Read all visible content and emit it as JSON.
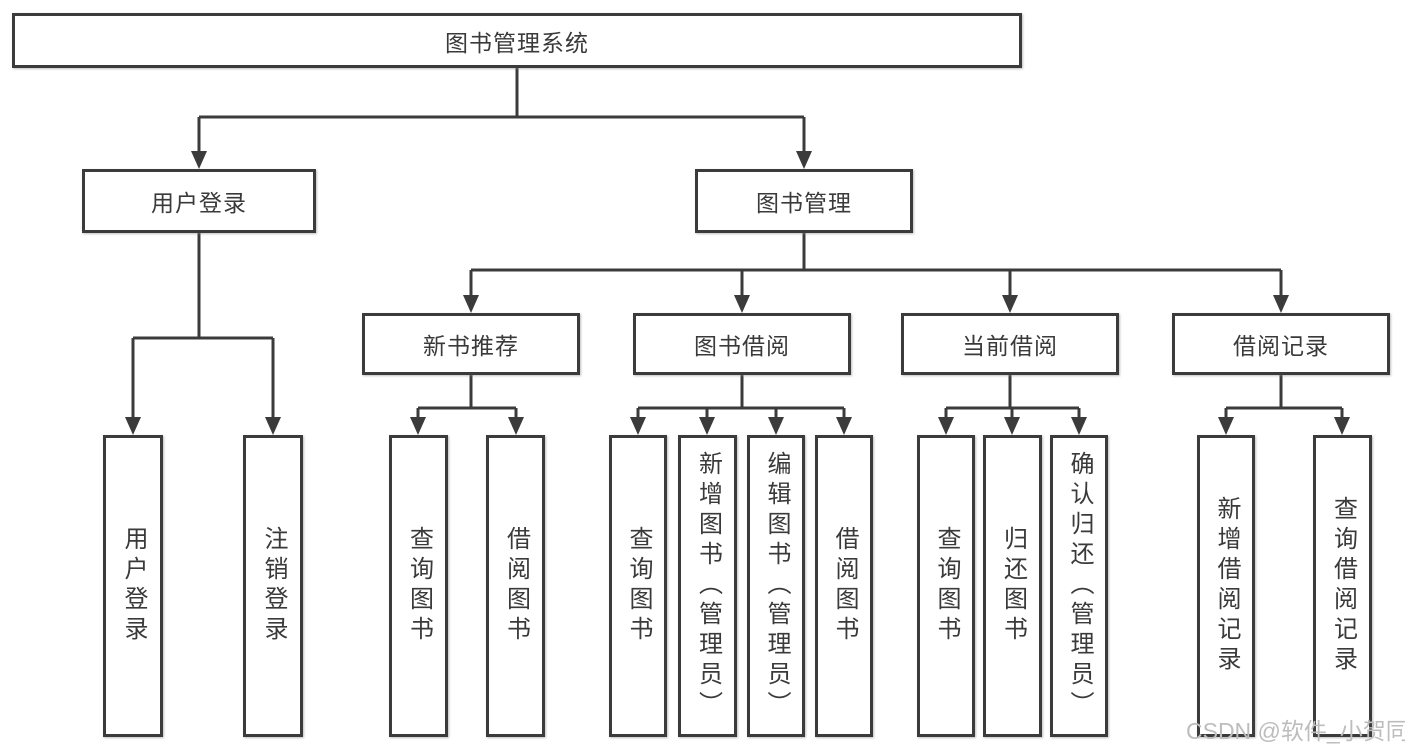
{
  "diagram_type": "hierarchy-tree",
  "tree": {
    "label": "图书管理系统",
    "children": [
      {
        "label": "用户登录",
        "children": [
          {
            "label": "用户登录"
          },
          {
            "label": "注销登录"
          }
        ]
      },
      {
        "label": "图书管理",
        "children": [
          {
            "label": "新书推荐",
            "children": [
              {
                "label": "查询图书"
              },
              {
                "label": "借阅图书"
              }
            ]
          },
          {
            "label": "图书借阅",
            "children": [
              {
                "label": "查询图书"
              },
              {
                "label": "新增图书（管理员）"
              },
              {
                "label": "编辑图书（管理员）"
              },
              {
                "label": "借阅图书"
              }
            ]
          },
          {
            "label": "当前借阅",
            "children": [
              {
                "label": "查询图书"
              },
              {
                "label": "归还图书"
              },
              {
                "label": "确认归还（管理员）"
              }
            ]
          },
          {
            "label": "借阅记录",
            "children": [
              {
                "label": "新增借阅记录"
              },
              {
                "label": "查询借阅记录"
              }
            ]
          }
        ]
      }
    ]
  },
  "watermark": {
    "text": "CSDN @软件_小贺同学"
  },
  "colors": {
    "background": "#ffffff",
    "line": "#3b3b3b",
    "box_border": "#3b3b3b",
    "text": "#3a3a3a",
    "watermark": "#bdbdbd"
  }
}
